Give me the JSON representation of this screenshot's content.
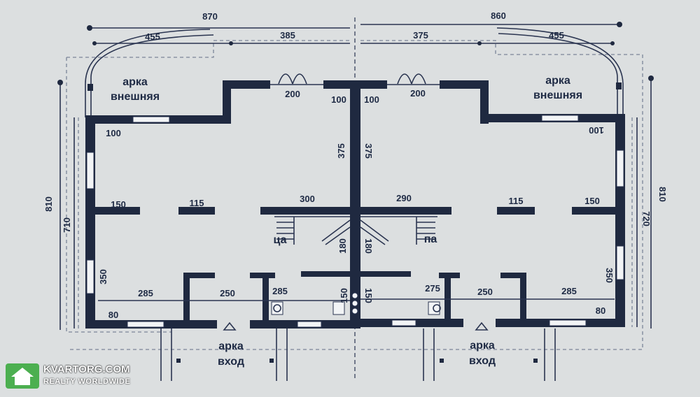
{
  "labels": {
    "arch_external_line1": "арка",
    "arch_external_line2": "внешняя",
    "arch_entrance_line1": "арка",
    "arch_entrance_line2": "вход",
    "stair_left": "ца",
    "stair_right": "па"
  },
  "dimensions": {
    "top_left": "870",
    "top_right": "860",
    "arc_left": "455",
    "arc_right": "455",
    "top_inner_left": "385",
    "top_inner_right": "375",
    "door_left": "200",
    "door_right": "200",
    "mid_left": "100",
    "mid_right": "100",
    "corner_left": "100",
    "corner_right": "100",
    "center_left_vertical": "375",
    "center_right_vertical": "375",
    "partition_left": "300",
    "partition_right": "290",
    "wall_left_a": "150",
    "wall_left_b": "115",
    "wall_right_a": "115",
    "wall_right_b": "150",
    "stair_left_vertical": "180",
    "stair_right_vertical": "180",
    "side_left_outer": "810",
    "side_left_inner": "710",
    "side_right_inner": "720",
    "side_right_outer": "810",
    "left_350": "350",
    "right_350": "350",
    "bottom_285_left": "285",
    "bottom_250_left": "250",
    "bottom_285_mid": "285",
    "bottom_150_left": "150",
    "bottom_150_right": "150",
    "bottom_275": "275",
    "bottom_250_right": "250",
    "bottom_285_right": "285",
    "corner_80_left": "80",
    "corner_80_right": "80"
  },
  "watermark": {
    "name": "KVARTORG.COM",
    "tagline": "REALTY WORLDWIDE"
  },
  "colors": {
    "wall": "#1f2940",
    "background": "#dcdfe0",
    "logo": "#4caf50"
  }
}
